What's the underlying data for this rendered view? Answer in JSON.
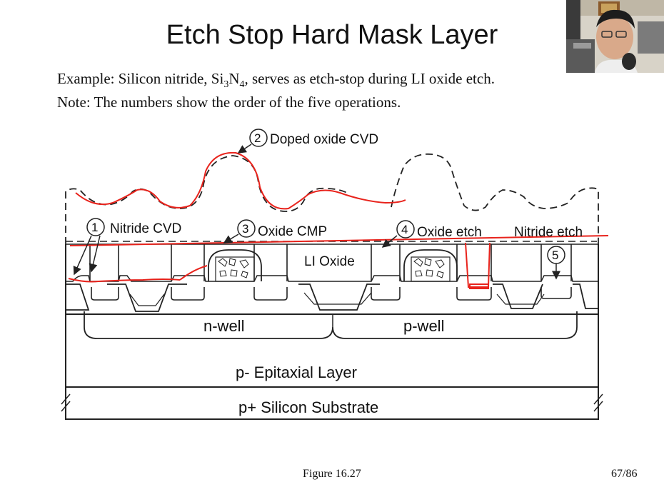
{
  "slide": {
    "title": "Etch Stop Hard Mask Layer",
    "example_prefix": "Example: Silicon nitride, Si",
    "example_sub1": "3",
    "example_mid": "N",
    "example_sub2": "4",
    "example_suffix": ", serves as etch-stop during LI oxide etch.",
    "note": "Note:  The numbers show the order of the five operations.",
    "figure_caption": "Figure 16.27",
    "page_number": "67/86"
  },
  "diagram": {
    "steps": [
      {
        "number": "1",
        "label": "Nitride CVD"
      },
      {
        "number": "2",
        "label": "Doped oxide CVD"
      },
      {
        "number": "3",
        "label": "Oxide CMP"
      },
      {
        "number": "4",
        "label": "Oxide etch"
      },
      {
        "number": "5",
        "label": "Nitride etch"
      }
    ],
    "region_labels": {
      "li_oxide": "LI Oxide",
      "n_well": "n-well",
      "p_well": "p-well",
      "epitaxial": "p- Epitaxial Layer",
      "substrate": "p+ Silicon Substrate"
    },
    "colors": {
      "line": "#222222",
      "annotation": "#e8231c",
      "background": "#ffffff"
    }
  }
}
